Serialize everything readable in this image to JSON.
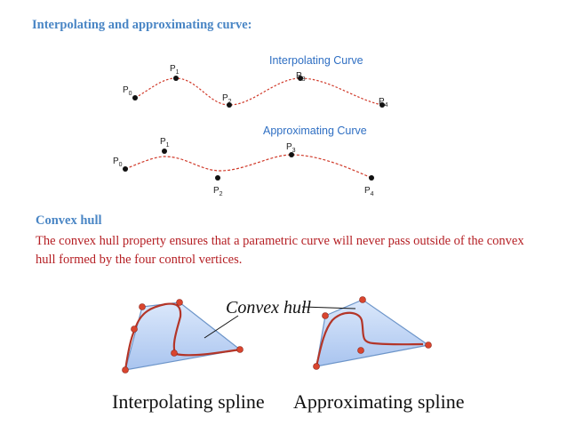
{
  "heading": "Interpolating and approximating curve:",
  "top_figure": {
    "interpolating_label": "Interpolating Curve",
    "approximating_label": "Approximating Curve",
    "points_interp": [
      "P0",
      "P1",
      "P2",
      "P3",
      "P4"
    ],
    "points_approx": [
      "P0",
      "P1",
      "P2",
      "P3",
      "P4"
    ]
  },
  "convex_section": {
    "title": "Convex hull",
    "text": "The convex hull property ensures that a parametric curve will never pass outside of the convex hull formed by the four control vertices."
  },
  "bottom_figure": {
    "callout": "Convex hull",
    "left_caption": "Interpolating spline",
    "right_caption": "Approximating spline"
  },
  "colors": {
    "heading": "#4a86c5",
    "text_red": "#b51f24",
    "curve_red": "#d03a2a",
    "hull_fill": "#b9d0f2",
    "hull_stroke": "#6d95c9",
    "label_blue": "#2f6fc3"
  }
}
